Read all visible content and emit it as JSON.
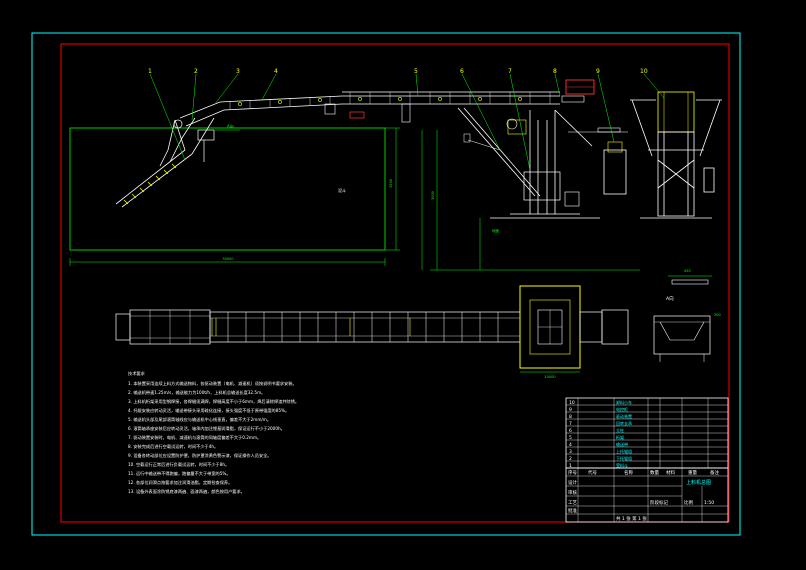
{
  "balloons": [
    "1",
    "2",
    "3",
    "4",
    "5",
    "6",
    "7",
    "8",
    "9",
    "10"
  ],
  "labels": {
    "view_a_arrow": "A向",
    "hopper_label": "泥斗",
    "ground_label": "地面",
    "view_a_title": "A向",
    "dim_h1": "1500",
    "dim_h2": "3000",
    "dim_w1": "30000",
    "dim_plan": "10000",
    "dim_side": "450",
    "dim_side2": "300"
  },
  "notes": {
    "heading": "技术要求",
    "items": [
      "1. 本装置采用连续上料方式输送物料，各驱动装置（电机、减速机）须按说明书要求安装。",
      "2. 输送机带速1.25m/s，输送能力为100t/h，上料机总输送长度32.5m。",
      "3. 上料机桁架采用型钢焊接，各焊缝须满焊，焊缝高度不小于6mm，焊后清除焊渣并除锈。",
      "4. 托辊安装应转动灵活，输送带接头采用硫化连接，接头强度不低于原带强度的85%。",
      "5. 输送机头部及尾部滚筒轴线应与输送机中心线垂直，偏差不大于2mm/m。",
      "6. 滚筒轴承座安装后应转动灵活，轴承内加注锂基润滑脂，保证运行不小于2000h。",
      "7. 驱动装置安装时，电机、减速机与滚筒的同轴度偏差不大于0.2mm。",
      "8. 安装完成后进行空载试运转，时间不少于4h。",
      "9. 设备各转动部位应设置防护罩，防护罩涂黄色警示漆，保证操作人员安全。",
      "10. 空载运行正常后进行负载试运转，时间不少于8h。",
      "11. 运行中输送带不得跑偏，跑偏量不大于带宽的5%。",
      "12. 各部位润滑点按要求加注润滑油脂，定期检查保养。",
      "13. 设备外表面涂防锈底漆两遍、面漆两遍，颜色按用户要求。"
    ]
  },
  "parts_list": [
    {
      "no": "10",
      "name": "卸料小车"
    },
    {
      "no": "9",
      "name": "电控柜"
    },
    {
      "no": "8",
      "name": "驱动装置"
    },
    {
      "no": "7",
      "name": "回转支承"
    },
    {
      "no": "6",
      "name": "立柱"
    },
    {
      "no": "5",
      "name": "桁架"
    },
    {
      "no": "4",
      "name": "输送带"
    },
    {
      "no": "3",
      "name": "上托辊组"
    },
    {
      "no": "2",
      "name": "下托辊组"
    },
    {
      "no": "1",
      "name": "受料斗"
    }
  ],
  "title_block": {
    "col_no": "序号",
    "col_code": "代号",
    "col_name": "名称",
    "col_qty": "数量",
    "col_material": "材料",
    "col_weight": "重量",
    "col_note": "备注",
    "design": "设计",
    "check": "审核",
    "process": "工艺",
    "approve": "批准",
    "sheet_title": "上料机总图",
    "scale_label": "比例",
    "scale_value": "1:50",
    "stage": "阶段标记",
    "sheet": "共 1 张 第 1 张"
  },
  "colors": {
    "background": "#000000",
    "frame_red": "#ff0000",
    "frame_cyan": "#00ffff",
    "structure_white": "#ffffff",
    "balloon_yellow": "#ffff00",
    "dim_green": "#00ff00",
    "motor_red": "#ff3333"
  }
}
